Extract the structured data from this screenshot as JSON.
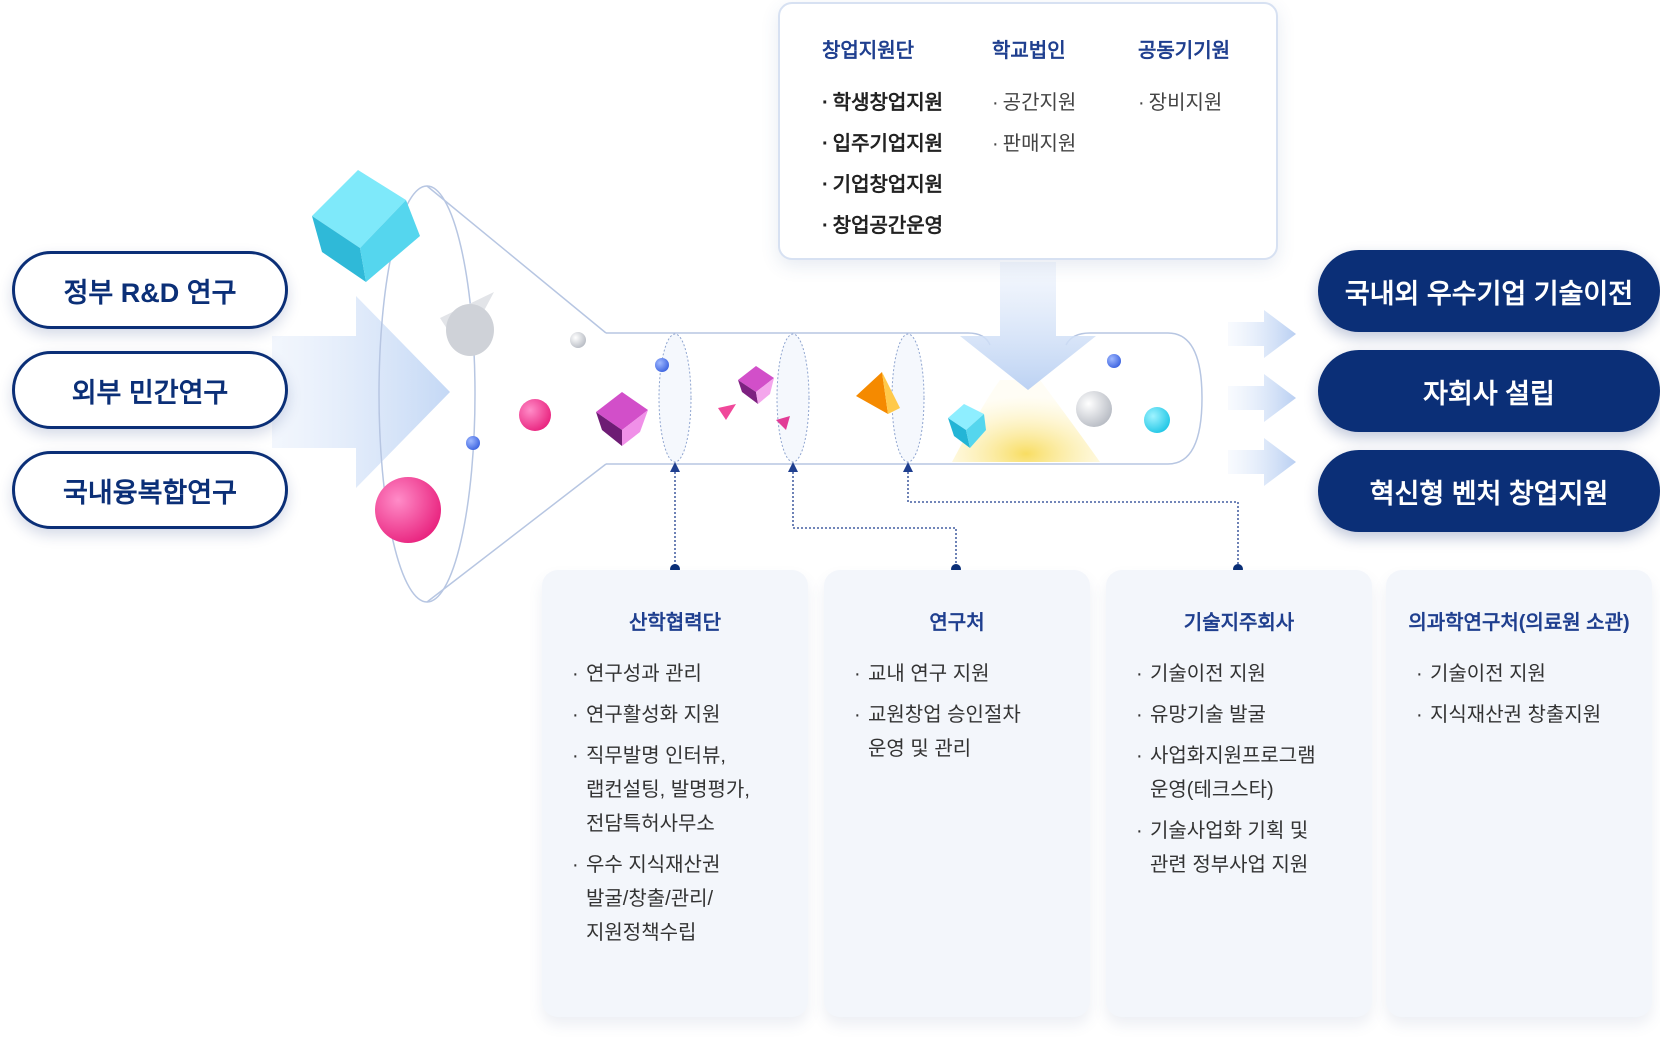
{
  "inputs": [
    "정부 R&D 연구",
    "외부 민간연구",
    "국내융복합연구"
  ],
  "outputs": [
    "국내외 우수기업 기술이전",
    "자회사 설립",
    "혁신형 벤처 창업지원"
  ],
  "top_box": {
    "columns": [
      {
        "title": "창업지원단",
        "items": [
          "학생창업지원",
          "입주기업지원",
          "기업창업지원",
          "창업공간운영"
        ]
      },
      {
        "title": "학교법인",
        "items": [
          "공간지원",
          "판매지원"
        ]
      },
      {
        "title": "공동기기원",
        "items": [
          "장비지원"
        ]
      }
    ]
  },
  "cards": [
    {
      "title": "산학협력단",
      "items": [
        "연구성과 관리",
        "연구활성화 지원",
        "직무발명 인터뷰,\n랩컨설팅, 발명평가,\n전담특허사무소",
        "우수 지식재산권\n발굴/창출/관리/\n지원정책수립"
      ]
    },
    {
      "title": "연구처",
      "items": [
        "교내 연구 지원",
        "교원창업 승인절차\n운영 및 관리"
      ]
    },
    {
      "title": "기술지주회사",
      "items": [
        "기술이전 지원",
        "유망기술 발굴",
        "사업화지원프로그램\n운영(테크스타)",
        "기술사업화 기획 및\n관련 정부사업 지원"
      ]
    },
    {
      "title": "의과학연구처(의료원 소관)",
      "items": [
        "기술이전 지원",
        "지식재산권 창출지원"
      ]
    }
  ],
  "colors": {
    "navy": "#0b2f77",
    "heading_blue": "#1f3f8f",
    "card_bg": "#f3f6fb",
    "arrow_light": "#cfe0f6",
    "cube_cyan": "#44d9f0",
    "pink": "#f0489a",
    "purple": "#a23c9c",
    "orange": "#f7a000",
    "yellow_glow": "#fbe58a"
  },
  "icons": [
    "cube-icon",
    "cone-icon",
    "sphere-icon",
    "pyramid-icon",
    "arrow-right-icon",
    "arrow-down-icon"
  ]
}
